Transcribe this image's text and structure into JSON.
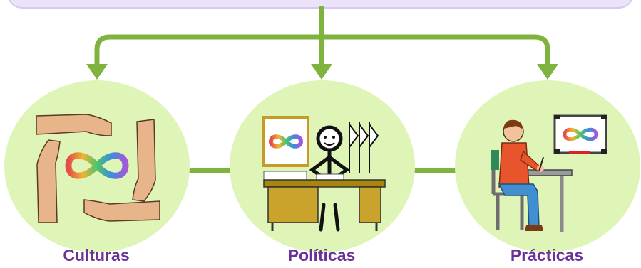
{
  "diagram": {
    "nodes": [
      {
        "label": "Culturas",
        "icon": "hands-infinity-icon"
      },
      {
        "label": "Políticas",
        "icon": "person-desk-infinity-icon"
      },
      {
        "label": "Prácticas",
        "icon": "student-whiteboard-infinity-icon"
      }
    ],
    "colors": {
      "arrow": "#7fb33d",
      "circle_fill": "#dff5b8",
      "label": "#6a3199",
      "banner": "#ece3fa"
    }
  }
}
